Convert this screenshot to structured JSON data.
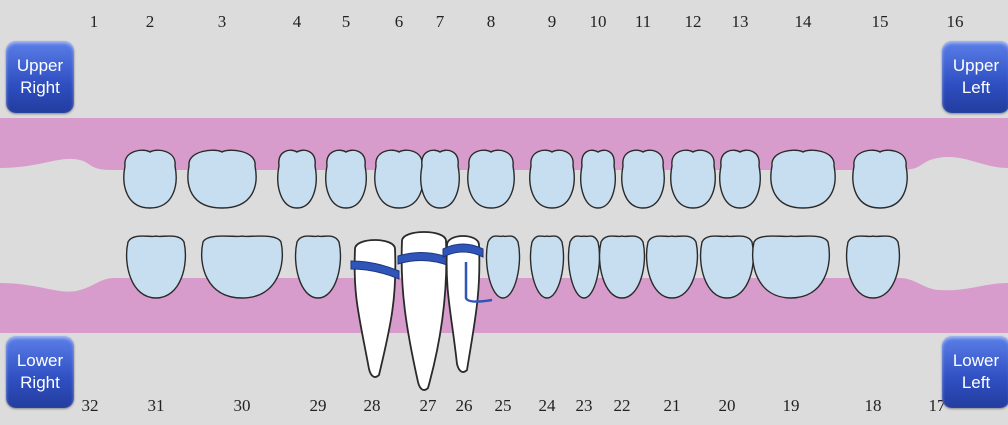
{
  "upper_numbers": [
    "1",
    "2",
    "3",
    "4",
    "5",
    "6",
    "7",
    "8",
    "9",
    "10",
    "11",
    "12",
    "13",
    "14",
    "15",
    "16"
  ],
  "lower_numbers": [
    "32",
    "31",
    "30",
    "29",
    "28",
    "27",
    "26",
    "25",
    "24",
    "23",
    "22",
    "21",
    "20",
    "19",
    "18",
    "17"
  ],
  "quadrants": {
    "upper_right": {
      "line1": "Upper",
      "line2": "Right"
    },
    "upper_left": {
      "line1": "Upper",
      "line2": "Left"
    },
    "lower_right": {
      "line1": "Lower",
      "line2": "Right"
    },
    "lower_left": {
      "line1": "Lower",
      "line2": "Left"
    }
  },
  "colors": {
    "background": "#dcdcdc",
    "gum": "#d79ccb",
    "tooth": "#c7def0",
    "tooth_outline": "#2a2a2a",
    "treatment_band": "#2f55b8",
    "root_tooth": "#ffffff"
  },
  "highlighted_teeth": [
    "28",
    "27",
    "26"
  ]
}
